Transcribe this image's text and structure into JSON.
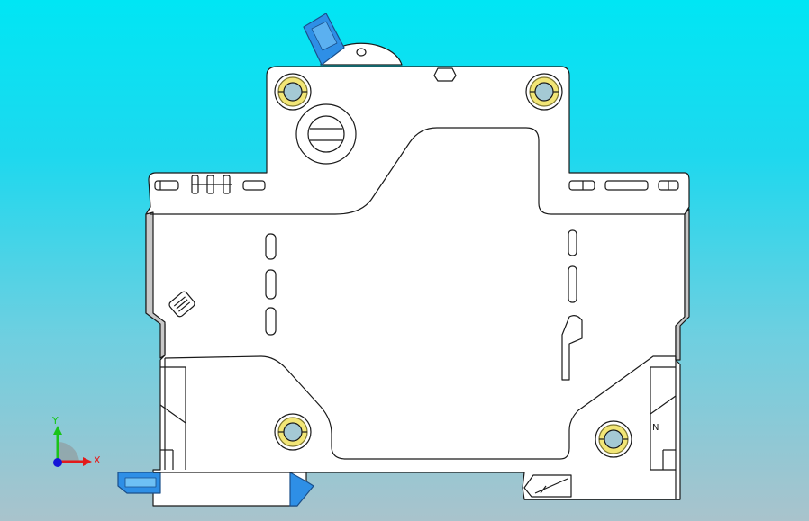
{
  "viewport": {
    "background_top": "#00e6f4",
    "background_bottom": "#a9c3cc"
  },
  "model": {
    "part": "circuit-breaker-side-view",
    "body_fill": "#ffffff",
    "edge_color": "#1a1a1a",
    "shade_color": "#c8c8c8",
    "lever_color": "#2e8fe6",
    "clip_color": "#2e8fe6",
    "screw_ring_color": "#f2e676",
    "screw_hole_color": "#a4c9d4",
    "terminal_mark": "N"
  },
  "triad": {
    "x_label": "X",
    "y_label": "Y",
    "x_color": "#e21b1b",
    "y_color": "#19c419",
    "origin_color": "#1515d8"
  }
}
